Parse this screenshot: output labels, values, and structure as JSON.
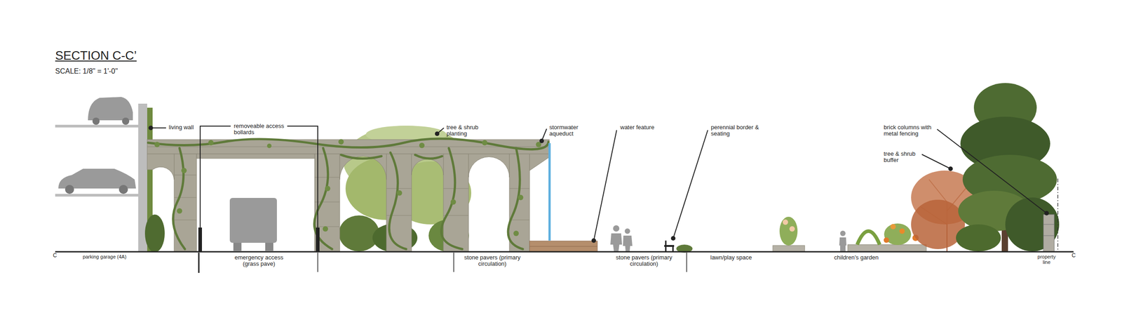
{
  "diagram": {
    "title": "SECTION C-C’",
    "labels": [
      "SCALE: 1/8\" = 1'-0\"",
      "living wall",
      "removeable access bollards",
      "tree & shrub planting",
      "stormwater aqueduct",
      "water feature",
      "perennial border & seating",
      "brick columns with metal fencing",
      "tree & shrub buffer",
      "C",
      "parking garage (4A)",
      "emergency access (grass pave)",
      "stone pavers (primary circulation)",
      "stone pavers (primary circulation)",
      "lawn/play space",
      "children’s garden",
      "property line",
      "C"
    ]
  }
}
